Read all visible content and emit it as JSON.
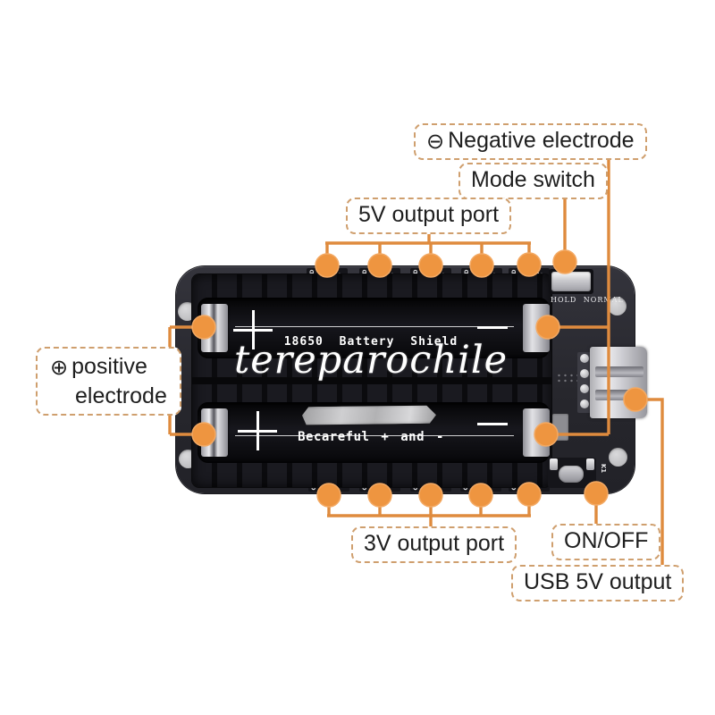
{
  "colors": {
    "accent_line": "#df8b3e",
    "accent_dot": "#ee9540",
    "label_border": "#cf9f6e",
    "label_text": "#1e1e1e",
    "board": "#2b2b33",
    "silkscreen": "#ffffff"
  },
  "labels": {
    "negative_electrode": {
      "icon": "⊖",
      "text": "Negative electrode"
    },
    "mode_switch": {
      "text": "Mode switch"
    },
    "output_5v": {
      "text": "5V output port"
    },
    "positive_electrode": {
      "icon": "⊕",
      "line1": "positive",
      "line2": "electrode"
    },
    "output_3v": {
      "text": "3V output port"
    },
    "on_off": {
      "text": "ON/OFF"
    },
    "usb_5v": {
      "text": "USB 5V output"
    }
  },
  "board": {
    "silkscreen": {
      "title": "18650 Battery Shield",
      "warning": "Becareful + and -",
      "watermark": "tereparochile",
      "mode_switch_caption": "HOLD NORMAL",
      "button_label": "K1"
    },
    "pins": {
      "top": {
        "left": "GND",
        "right": "5V",
        "groups": 5
      },
      "bottom": {
        "left": "GND",
        "right": "3V",
        "groups": 5
      }
    }
  }
}
